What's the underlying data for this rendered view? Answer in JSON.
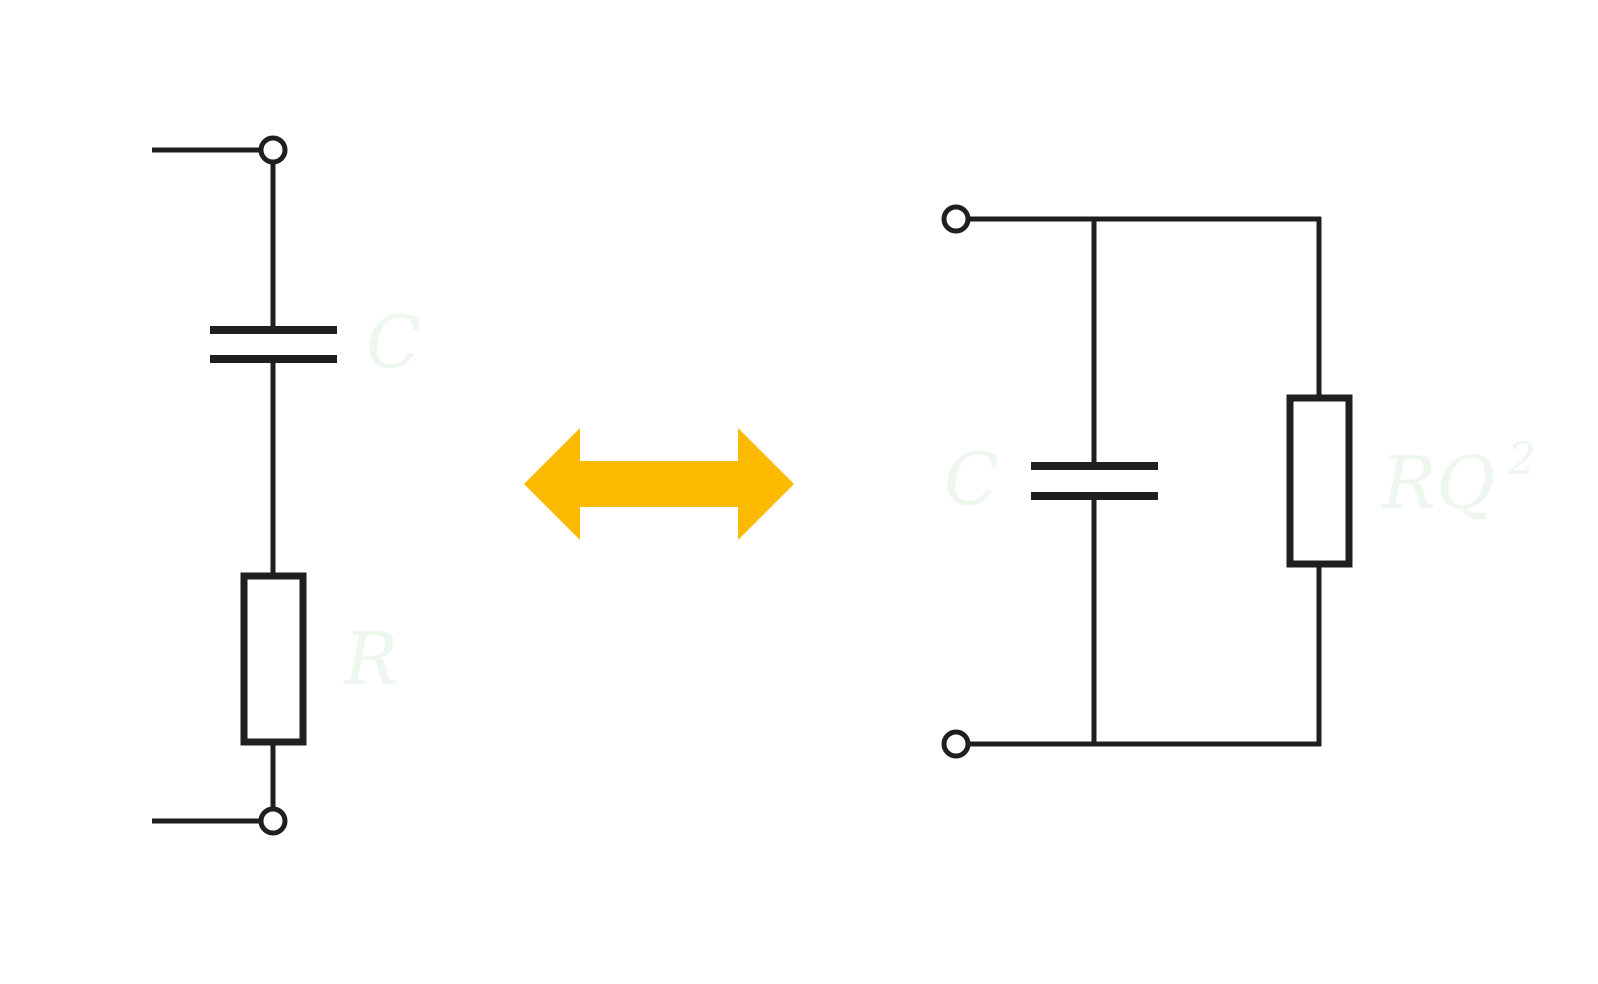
{
  "series_circuit": {
    "capacitor_label": "C",
    "resistor_label": "R"
  },
  "parallel_circuit": {
    "capacitor_label": "C",
    "resistor_label": "RQ",
    "resistor_label_superscript": "2"
  },
  "colors": {
    "wire": "#1f1f1f",
    "arrow": "#fbb900",
    "label": "#eef7ee",
    "background": "#ffffff"
  }
}
